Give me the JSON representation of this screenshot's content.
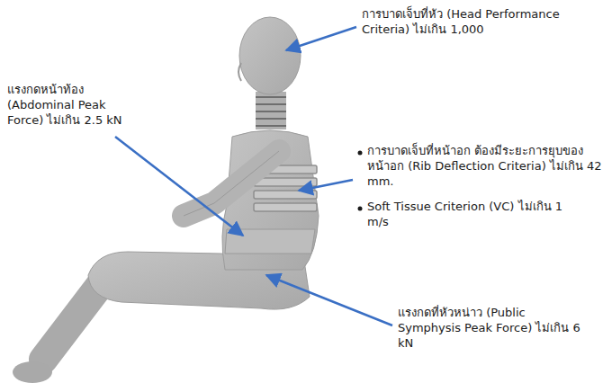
{
  "diagram": {
    "labels": [
      "การบาดเจ็บที่หัว (Head Performance Criteria) ไม่เกิน 1,000",
      "แรงกดหน้าท้อง (Abdominal Peak Force) ไม่เกิน 2.5 kN",
      "การบาดเจ็บที่หน้าอก ต้องมีระยะการยุบของหน้าอก (Rib Deflection Criteria) ไม่เกิน 42 mm.",
      "Soft Tissue Criterion (VC) ไม่เกิน 1 m/s",
      "แรงกดที่หัวหน่าว (Public Symphysis Peak Force) ไม่เกิน 6 kN"
    ]
  }
}
